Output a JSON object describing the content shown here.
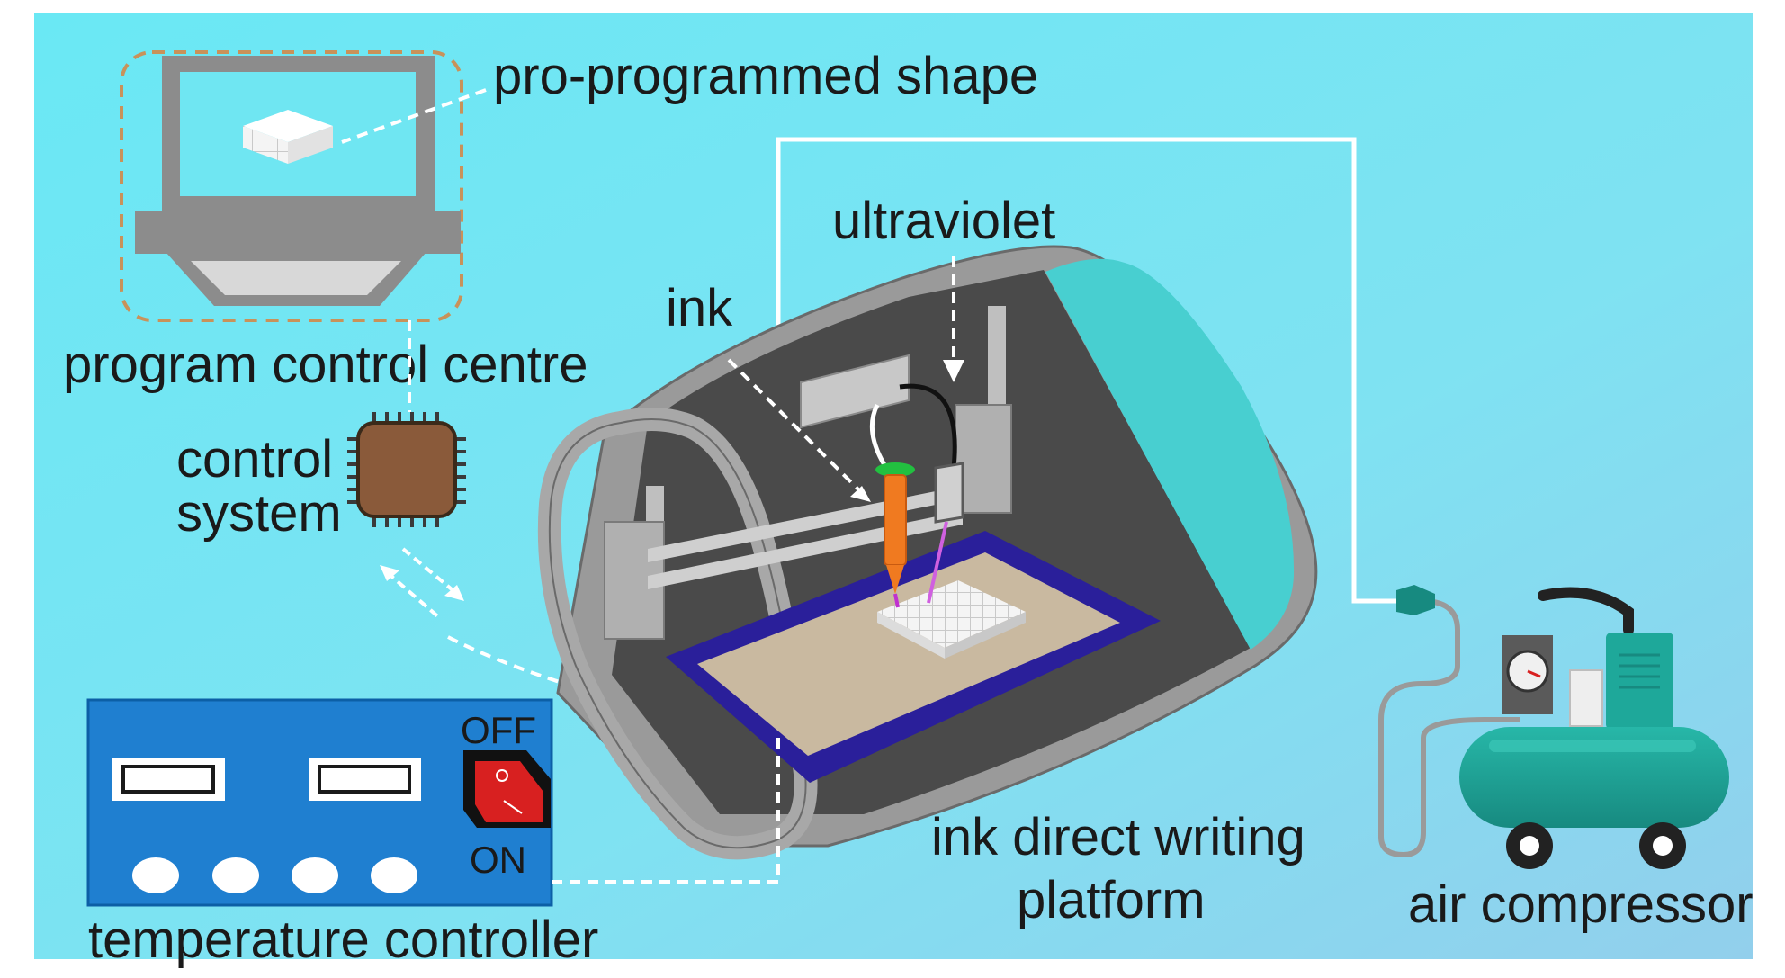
{
  "labels": {
    "pre_programmed_shape": "pro-programmed shape",
    "program_control_centre": "program control centre",
    "control_system_line1": "control",
    "control_system_line2": "system",
    "ultraviolet": "ultraviolet",
    "ink": "ink",
    "ink_direct_writing_line1": "ink direct writing",
    "ink_direct_writing_line2": "platform",
    "air_compressor": "air compressor",
    "temperature_controller": "temperature controller",
    "switch_off": "OFF",
    "switch_on": "ON"
  },
  "colors": {
    "background_left": "#6fe8f2",
    "background_right": "#8fd6ee",
    "housing": "#9a9a9a",
    "chamber": "#4a4a4a",
    "tray": "#2a1f9a",
    "bed": "#c9b9a0",
    "syringe": "#f07a20",
    "chip": "#8a5a3a",
    "panel": "#1f7fd0",
    "switch": "#d82020",
    "compressor": "#1ea89a",
    "dashed_outline": "#c8925a"
  }
}
